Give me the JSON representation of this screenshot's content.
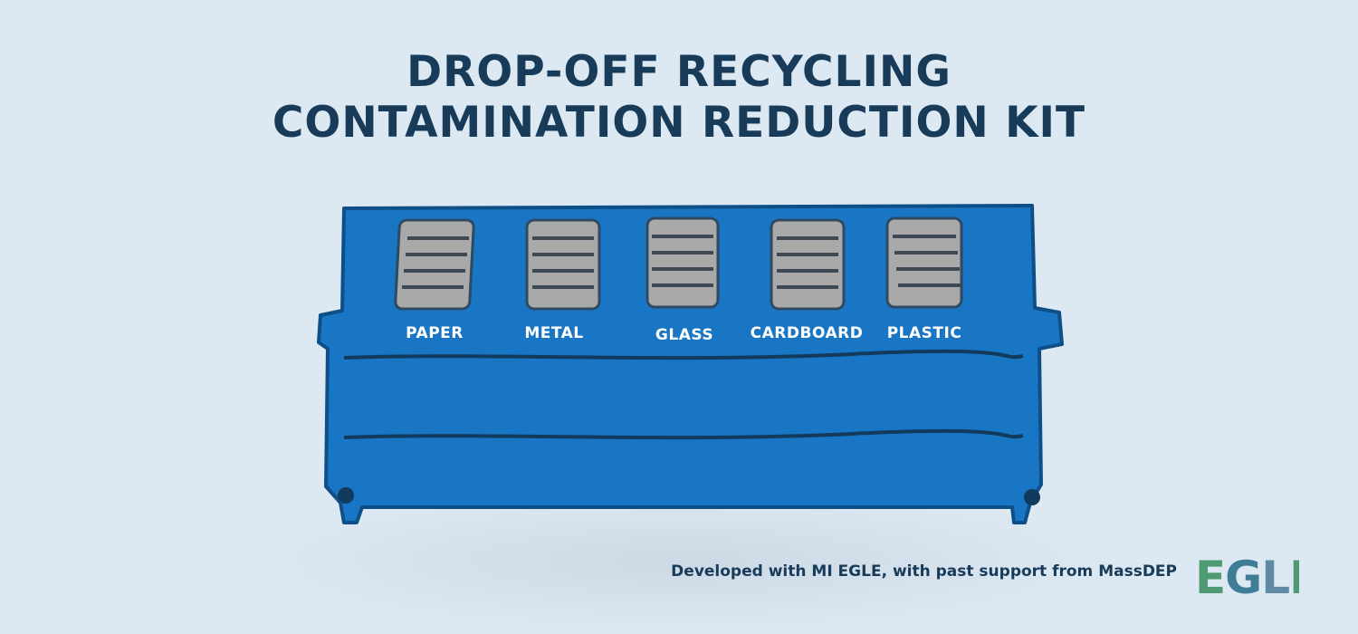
{
  "title": {
    "line1": "DROP-OFF RECYCLING",
    "line2": "CONTAMINATION REDUCTION KIT"
  },
  "bins": [
    {
      "label": "PAPER"
    },
    {
      "label": "METAL"
    },
    {
      "label": "GLASS"
    },
    {
      "label": "CARDBOARD"
    },
    {
      "label": "PLASTIC"
    }
  ],
  "credit": "Developed with MI EGLE, with past support from MassDEP",
  "logo": {
    "text": "EGLE",
    "colors": {
      "E": "#4f9a72",
      "G": "#3f7d97",
      "L": "#5f8aa5",
      "E2": "#4f9a72"
    }
  },
  "colors": {
    "background": "#dce8f2",
    "title": "#173b59",
    "dumpster": "#1976c5",
    "lid": "#a9a9a9"
  }
}
